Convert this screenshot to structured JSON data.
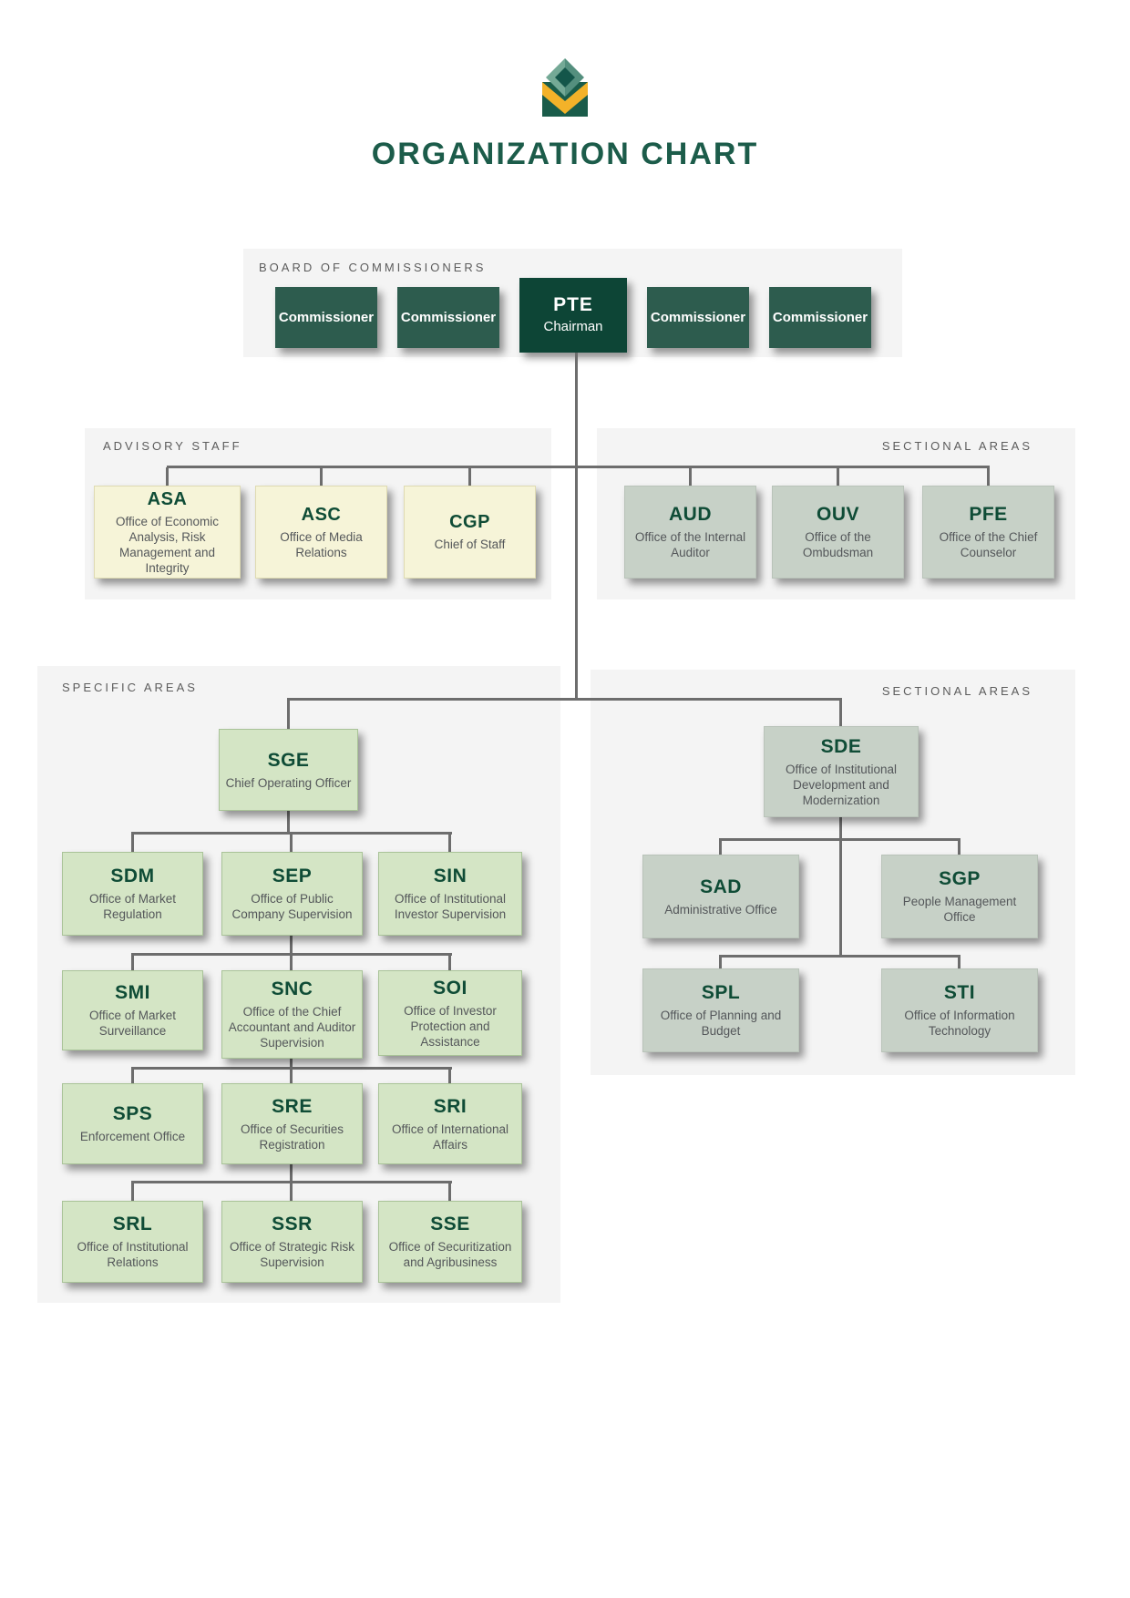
{
  "header": {
    "title": "ORGANIZATION CHART",
    "logo": "diamond-house-emblem"
  },
  "board": {
    "label": "BOARD OF COMMISSIONERS",
    "members": [
      {
        "title": "Commissioner"
      },
      {
        "title": "Commissioner"
      },
      {
        "code": "PTE",
        "title": "Chairman",
        "highlight": true
      },
      {
        "title": "Commissioner"
      },
      {
        "title": "Commissioner"
      }
    ]
  },
  "advisory": {
    "label": "ADVISORY STAFF",
    "offices": [
      {
        "code": "ASA",
        "name": "Office of Economic Analysis, Risk Management and Integrity"
      },
      {
        "code": "ASC",
        "name": "Office of Media Relations"
      },
      {
        "code": "CGP",
        "name": "Chief of Staff"
      }
    ]
  },
  "sectional_top": {
    "label": "SECTIONAL AREAS",
    "offices": [
      {
        "code": "AUD",
        "name": "Office of the Internal Auditor"
      },
      {
        "code": "OUV",
        "name": "Office of the Ombudsman"
      },
      {
        "code": "PFE",
        "name": "Office of the Chief Counselor"
      }
    ]
  },
  "specific": {
    "label": "SPECIFIC AREAS",
    "head": {
      "code": "SGE",
      "name": "Chief Operating Officer"
    },
    "rows": [
      [
        {
          "code": "SDM",
          "name": "Office of Market Regulation"
        },
        {
          "code": "SEP",
          "name": "Office of Public Company Supervision"
        },
        {
          "code": "SIN",
          "name": "Office of Institutional Investor Supervision"
        }
      ],
      [
        {
          "code": "SMI",
          "name": "Office of Market Surveillance"
        },
        {
          "code": "SNC",
          "name": "Office of the Chief Accountant and Auditor Supervision"
        },
        {
          "code": "SOI",
          "name": "Office of Investor Protection and Assistance"
        }
      ],
      [
        {
          "code": "SPS",
          "name": "Enforcement Office"
        },
        {
          "code": "SRE",
          "name": "Office of Securities Registration"
        },
        {
          "code": "SRI",
          "name": "Office of International Affairs"
        }
      ],
      [
        {
          "code": "SRL",
          "name": "Office of Institutional Relations"
        },
        {
          "code": "SSR",
          "name": "Office of Strategic Risk Supervision"
        },
        {
          "code": "SSE",
          "name": "Office of Securitization and Agribusiness"
        }
      ]
    ]
  },
  "sectional_bottom": {
    "label": "SECTIONAL AREAS",
    "head": {
      "code": "SDE",
      "name": "Office of Institutional Development and Modernization"
    },
    "rows": [
      [
        {
          "code": "SAD",
          "name": "Administrative Office"
        },
        {
          "code": "SGP",
          "name": "People Management Office"
        }
      ],
      [
        {
          "code": "SPL",
          "name": "Office of Planning and Budget"
        },
        {
          "code": "STI",
          "name": "Office of Information Technology"
        }
      ]
    ]
  },
  "colors": {
    "title": "#1c5c4a",
    "accent": "#0f4c36",
    "teal_box": "#2d5c4e",
    "dark_box": "#0d4536",
    "cream": "#f6f4d8",
    "lgreen": "#d4e5c5",
    "ggreen": "#c7d1c7",
    "panel": "#f4f4f4",
    "line": "#6d6d6d",
    "yellow": "#f3b229"
  }
}
